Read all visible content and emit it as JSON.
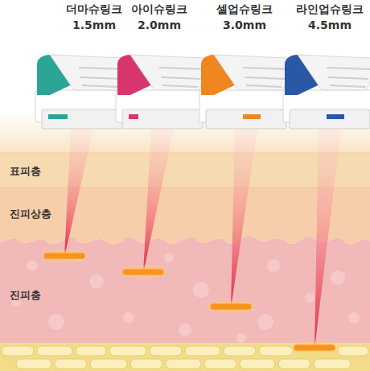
{
  "diagram": {
    "nodes": [
      {
        "text": [
          "표피층"
        ]
      },
      {
        "text": [
          "진피상층"
        ]
      },
      {
        "text": [
          "진피층"
        ]
      }
    ],
    "labels": [
      "더마슈링크",
      "1.5mm",
      "아이슈링크",
      "2.0mm",
      "셀업슈링크",
      "3.0mm",
      "라인업슈링크",
      "4.5mm"
    ]
  }
}
